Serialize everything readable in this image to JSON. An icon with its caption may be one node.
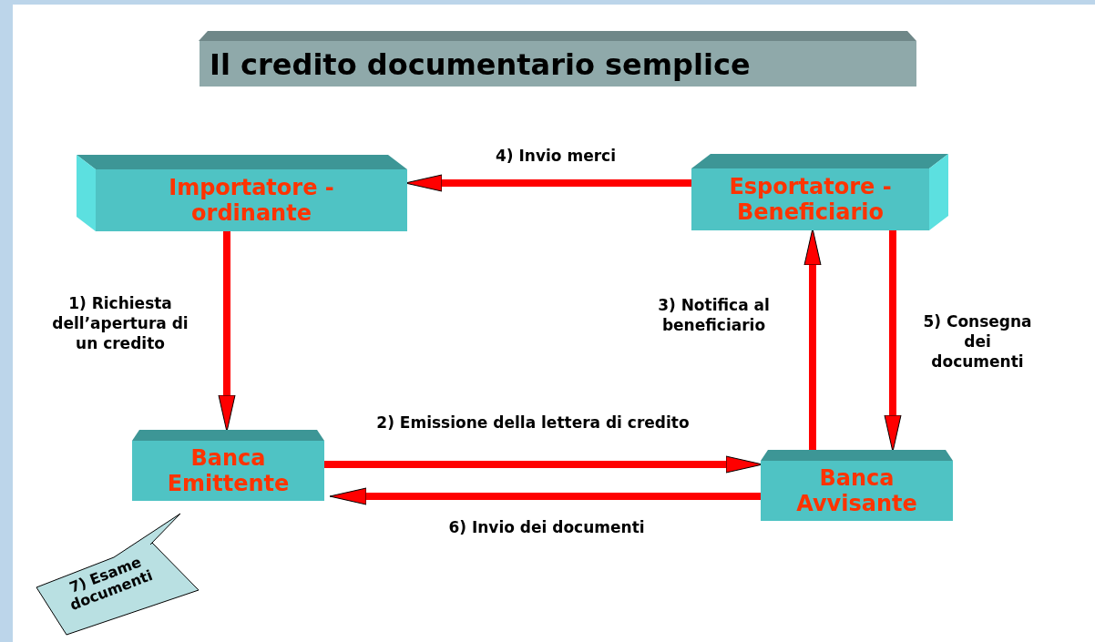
{
  "diagram": {
    "title": "Il credito documentario semplice",
    "nodes": [
      {
        "text": [
          "Importatore - ordinante"
        ]
      },
      {
        "text": [
          "Esportatore - Beneficiario"
        ]
      },
      {
        "text": [
          "Banca Emittente"
        ]
      },
      {
        "text": [
          "Banca Avvisante"
        ]
      },
      {
        "text": [
          "7) Esame documenti"
        ]
      }
    ],
    "edges": [
      {
        "from": 1,
        "to": 0,
        "arrow": "to",
        "label": "4) Invio merci"
      },
      {
        "from": 0,
        "to": 2,
        "arrow": "to",
        "label": "1) Richiesta dell’apertura di un credito"
      },
      {
        "from": 2,
        "to": 3,
        "arrow": "to",
        "label": "2) Emissione della lettera di credito"
      },
      {
        "from": 3,
        "to": 1,
        "arrow": "to",
        "label": "3) Notifica al beneficiario"
      },
      {
        "from": 1,
        "to": 3,
        "arrow": "to",
        "label": "5) Consegna dei documenti"
      },
      {
        "from": 3,
        "to": 2,
        "arrow": "to",
        "label": "6) Invio dei documenti"
      }
    ]
  }
}
